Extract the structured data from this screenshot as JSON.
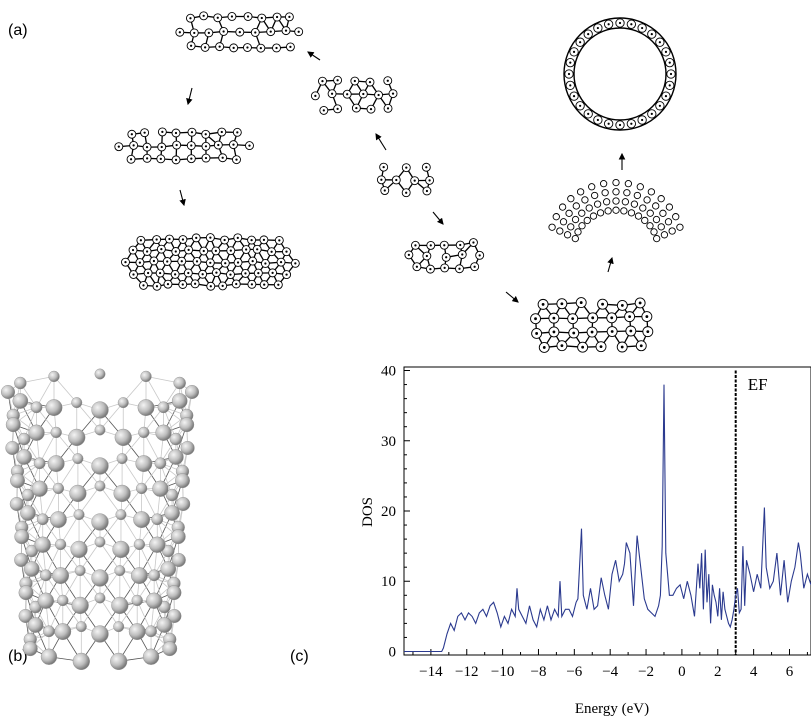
{
  "labels": {
    "a": "(a)",
    "b": "(b)",
    "c": "(c)"
  },
  "icons": {
    "cluster_start": "pentagon-cluster-icon",
    "arrow": "arrow-icon",
    "tube": "nanotube-3d-model-icon"
  },
  "colors": {
    "dos_line": "#2b3a8f",
    "structure": "#000000",
    "tube_atoms": "#bdbdbd"
  },
  "chart_data": {
    "type": "line",
    "xlabel": "Energy (eV)",
    "ylabel": "DOS",
    "xlim": [
      -15.5,
      7.2
    ],
    "ylim": [
      -0.5,
      40.5
    ],
    "xticks": [
      -14,
      -12,
      -10,
      -8,
      -6,
      -4,
      -2,
      0,
      2,
      4,
      6
    ],
    "xtick_labels": [
      "−14",
      "−12",
      "−10",
      "−8",
      "−6",
      "−4",
      "−2",
      "0",
      "2",
      "4",
      "6"
    ],
    "yticks": [
      0,
      10,
      20,
      30,
      40
    ],
    "ytick_labels": [
      "0",
      "10",
      "20",
      "30",
      "40"
    ],
    "fermi": {
      "x": 3.0,
      "label": "EF"
    },
    "grid": false,
    "series": [
      {
        "points": [
          [
            -15.5,
            0
          ],
          [
            -14,
            0
          ],
          [
            -13.4,
            0
          ],
          [
            -13.3,
            0.5
          ],
          [
            -13.1,
            2.5
          ],
          [
            -12.9,
            4
          ],
          [
            -12.7,
            3
          ],
          [
            -12.5,
            5
          ],
          [
            -12.3,
            5.5
          ],
          [
            -12.1,
            4.5
          ],
          [
            -11.9,
            5.5
          ],
          [
            -11.7,
            5
          ],
          [
            -11.5,
            4
          ],
          [
            -11.3,
            5.5
          ],
          [
            -11.1,
            6
          ],
          [
            -10.9,
            5
          ],
          [
            -10.7,
            6.5
          ],
          [
            -10.5,
            7
          ],
          [
            -10.3,
            5.5
          ],
          [
            -10.1,
            3.5
          ],
          [
            -9.9,
            5
          ],
          [
            -9.7,
            4
          ],
          [
            -9.5,
            6
          ],
          [
            -9.3,
            5
          ],
          [
            -9.2,
            9
          ],
          [
            -9.1,
            6
          ],
          [
            -8.9,
            5
          ],
          [
            -8.7,
            4
          ],
          [
            -8.5,
            6.5
          ],
          [
            -8.3,
            4.5
          ],
          [
            -8.1,
            3.5
          ],
          [
            -7.9,
            6
          ],
          [
            -7.7,
            4.5
          ],
          [
            -7.5,
            6.5
          ],
          [
            -7.3,
            4.5
          ],
          [
            -7.1,
            6
          ],
          [
            -6.9,
            5
          ],
          [
            -6.8,
            10
          ],
          [
            -6.7,
            5
          ],
          [
            -6.5,
            6
          ],
          [
            -6.3,
            6
          ],
          [
            -6.1,
            5
          ],
          [
            -5.9,
            7
          ],
          [
            -5.8,
            7.5
          ],
          [
            -5.6,
            17.5
          ],
          [
            -5.5,
            8
          ],
          [
            -5.3,
            6
          ],
          [
            -5.1,
            9
          ],
          [
            -4.9,
            6
          ],
          [
            -4.7,
            6.5
          ],
          [
            -4.5,
            10.5
          ],
          [
            -4.3,
            8
          ],
          [
            -4.1,
            6
          ],
          [
            -3.9,
            11
          ],
          [
            -3.7,
            13
          ],
          [
            -3.5,
            10
          ],
          [
            -3.3,
            11
          ],
          [
            -3.2,
            12.5
          ],
          [
            -3.1,
            15.5
          ],
          [
            -2.9,
            14
          ],
          [
            -2.7,
            6.5
          ],
          [
            -2.5,
            16.5
          ],
          [
            -2.3,
            12
          ],
          [
            -2.1,
            7.5
          ],
          [
            -1.9,
            6
          ],
          [
            -1.7,
            5.5
          ],
          [
            -1.5,
            5
          ],
          [
            -1.3,
            6.5
          ],
          [
            -1.2,
            8
          ],
          [
            -1.1,
            15
          ],
          [
            -1.0,
            38
          ],
          [
            -0.9,
            14
          ],
          [
            -0.7,
            8
          ],
          [
            -0.5,
            8
          ],
          [
            -0.3,
            9
          ],
          [
            -0.1,
            9.5
          ],
          [
            0.1,
            7.5
          ],
          [
            0.3,
            10
          ],
          [
            0.5,
            8
          ],
          [
            0.7,
            5
          ],
          [
            0.9,
            12.5
          ],
          [
            1.0,
            9
          ],
          [
            1.1,
            14
          ],
          [
            1.2,
            6
          ],
          [
            1.3,
            14.5
          ],
          [
            1.4,
            7
          ],
          [
            1.5,
            11
          ],
          [
            1.6,
            4
          ],
          [
            1.7,
            9.5
          ],
          [
            1.8,
            8
          ],
          [
            1.9,
            7
          ],
          [
            2.0,
            5
          ],
          [
            2.1,
            9
          ],
          [
            2.2,
            4.5
          ],
          [
            2.3,
            8.5
          ],
          [
            2.4,
            6
          ],
          [
            2.5,
            5
          ],
          [
            2.6,
            4
          ],
          [
            2.7,
            3.5
          ],
          [
            2.8,
            4.5
          ],
          [
            2.9,
            6
          ],
          [
            3.0,
            8
          ],
          [
            3.1,
            9
          ],
          [
            3.2,
            5.5
          ],
          [
            3.3,
            6
          ],
          [
            3.4,
            15
          ],
          [
            3.5,
            6.5
          ],
          [
            3.6,
            13
          ],
          [
            3.8,
            11
          ],
          [
            4.0,
            8.5
          ],
          [
            4.2,
            11
          ],
          [
            4.4,
            9
          ],
          [
            4.6,
            20.5
          ],
          [
            4.7,
            12
          ],
          [
            4.9,
            9
          ],
          [
            5.1,
            10
          ],
          [
            5.3,
            14
          ],
          [
            5.5,
            8
          ],
          [
            5.7,
            13
          ],
          [
            5.9,
            7
          ],
          [
            6.1,
            10
          ],
          [
            6.3,
            12
          ],
          [
            6.5,
            15.5
          ],
          [
            6.6,
            14
          ],
          [
            6.8,
            9
          ],
          [
            7.0,
            11
          ],
          [
            7.2,
            9.5
          ]
        ]
      }
    ]
  }
}
